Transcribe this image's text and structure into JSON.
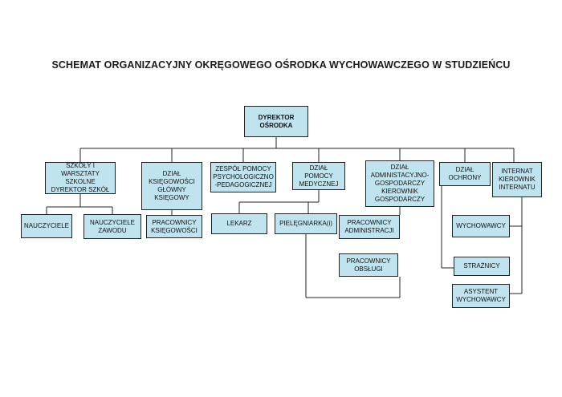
{
  "title": "SCHEMAT ORGANIZACYJNY OKRĘGOWEGO OŚRODKA WYCHOWAWCZEGO W STUDZIEŃCU",
  "colors": {
    "box_fill": "#bfe4ef",
    "line": "#222222"
  },
  "nodes": {
    "dyrektor": "DYREKTOR\nOŚRODKA",
    "szkoly": "SZKOŁY I WARSZTATY\nSZKOLNE\nDYREKTOR SZKÓŁ",
    "ksiegowosci": "DZIAŁ\nKSIĘGOWOŚCI\nGŁÓWNY\nKSIĘGOWY",
    "zespol": "ZESPÓŁ POMOCY\nPSYCHOLOGICZNO\n-PEDAGOGICZNEJ",
    "medyczny": "DZIAŁ POMOCY\nMEDYCZNEJ",
    "administracyjny": "DZIAŁ\nADMINISTACYJNO-\nGOSPODARCZY\nKIEROWNIK\nGOSPODARCZY",
    "ochrony": "DZIAŁ\nOCHRONY",
    "internat": "INTERNAT\nKIEROWNIK\nINTERNATU",
    "nauczyciele": "NAUCZYCIELE",
    "nauczyciele_zawodu": "NAUCZYCIELE\nZAWODU",
    "pracownicy_ksiegowosci": "PRACOWNICY\nKSIĘGOWOŚCI",
    "lekarz": "LEKARZ",
    "pielegniarka": "PIELĘGNIARKA(i)",
    "pracownicy_administracji": "PRACOWNICY\nADMINISTRACJI",
    "pracownicy_obslugi": "PRACOWNICY\nOBSŁUGI",
    "wychowawcy": "WYCHOWAWCY",
    "straznicy": "STRAŻNICY",
    "asystent": "ASYSTENT\nWYCHOWAWCY"
  }
}
